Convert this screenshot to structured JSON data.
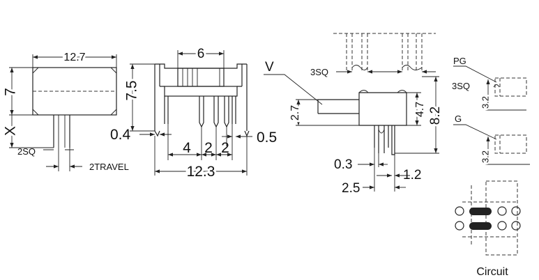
{
  "front_view": {
    "width": "12.7",
    "height": "7",
    "x": "X",
    "sq": "2SQ",
    "travel": "2TRAVEL"
  },
  "side_view": {
    "top_width": "6",
    "height": "7.5",
    "pin_left": "0.4",
    "pin_right": "0.5",
    "pitch_a": "4",
    "pitch_b": "2",
    "pitch_c": "2",
    "total_width": "12.3"
  },
  "end_view": {
    "v": "V",
    "sq": "3SQ",
    "h_left": "2.7",
    "h_mid": "4.7",
    "h_total": "8.2",
    "pin_w": "0.3",
    "pitch": "2.5",
    "offset": "1.2"
  },
  "mount_detail": {
    "pg": "PG",
    "sq": "3SQ",
    "d1": "3.2",
    "g": "G",
    "d2": "3.2"
  },
  "circuit": {
    "label": "Circuit",
    "pad_color": "#222222"
  }
}
